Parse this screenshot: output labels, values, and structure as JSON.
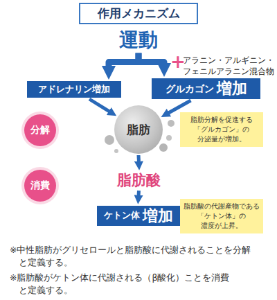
{
  "diagram": {
    "title": "作用メカニズム",
    "nodes": [
      {
        "text": [
          "運動"
        ]
      },
      {
        "text": [
          "アドレナリン増加"
        ]
      },
      {
        "text": [
          "グルカゴン",
          "増加"
        ]
      },
      {
        "text": [
          "脂肪"
        ]
      },
      {
        "text": [
          "分解"
        ]
      },
      {
        "text": [
          "脂肪分解を促進する 「グルカゴン」の 分泌量が増加。"
        ]
      },
      {
        "text": [
          "脂肪酸"
        ]
      },
      {
        "text": [
          "消費"
        ]
      },
      {
        "text": [
          "ケトン体",
          "増加"
        ]
      },
      {
        "text": [
          "脂肪酸の代謝産物である 「ケトン体」の 濃度が上昇。"
        ]
      }
    ],
    "edges": [
      {
        "from": 0,
        "to": 1,
        "arrow": "to"
      },
      {
        "from": 0,
        "to": 2,
        "arrow": "to"
      },
      {
        "from": 1,
        "to": 3,
        "arrow": "to"
      },
      {
        "from": 2,
        "to": 3,
        "arrow": "to"
      },
      {
        "from": 3,
        "to": 6,
        "arrow": "to"
      },
      {
        "from": 6,
        "to": 8,
        "arrow": "to"
      }
    ],
    "labels": [
      "+",
      "アラニン・アルギニン・ フェニルアラニン混合物",
      "※中性脂肪がグリセロールと脂肪酸に代謝されることを分解 と定義する。",
      "※脂肪酸がケトン体に代謝される（β酸化）ことを消費 と定義する。"
    ]
  }
}
